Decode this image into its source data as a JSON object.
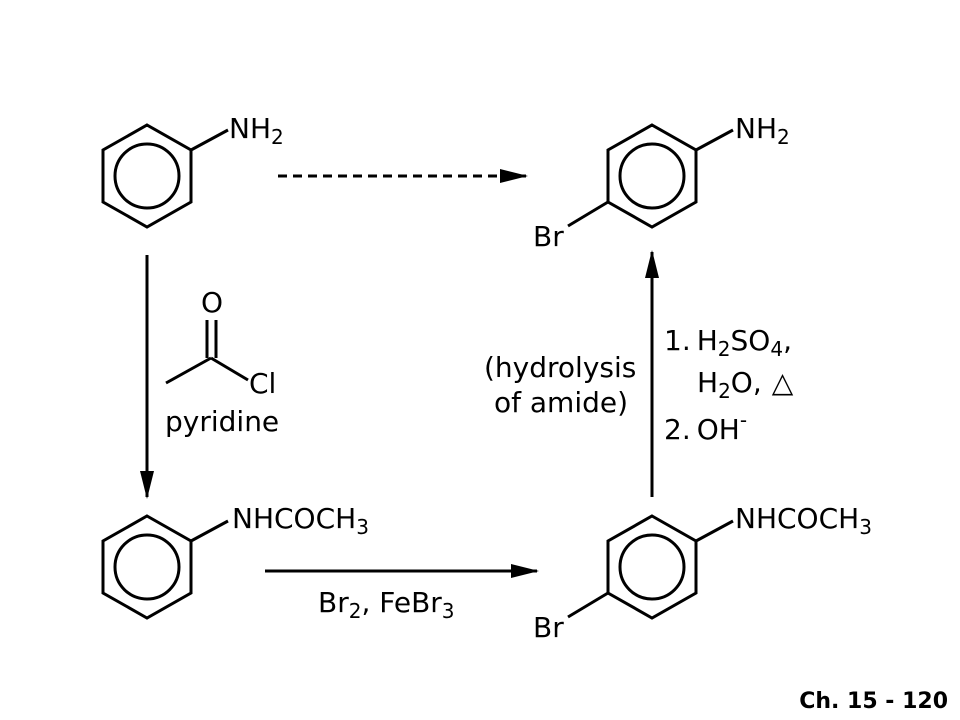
{
  "diagram": {
    "top_left": {
      "group": "NH",
      "group_sub": "2"
    },
    "top_right": {
      "group": "NH",
      "group_sub": "2",
      "substituent": "Br"
    },
    "bottom_left": {
      "group": "NHCOCH",
      "group_sub": "3"
    },
    "bottom_right": {
      "group": "NHCOCH",
      "group_sub": "3",
      "substituent": "Br"
    },
    "step1_reagent": {
      "oxygen": "O",
      "chlorine": "Cl",
      "solvent": "pyridine"
    },
    "step2_reagent": {
      "br_main": "Br",
      "br_sub": "2",
      "fe_text": ", FeBr",
      "fe_sub": "3"
    },
    "step3_note": {
      "line1": "(hydrolysis",
      "line2": "of amide)"
    },
    "step3_reagent": {
      "line1_num": "1.",
      "line1_a": "H",
      "line1_a_sub": "2",
      "line1_b": "SO",
      "line1_b_sub": "4",
      "line1_c": ",",
      "line2_a": "H",
      "line2_a_sub": "2",
      "line2_b": "O,",
      "line2_delta": "△",
      "line3_num": "2.",
      "line3_a": "OH",
      "line3_sup": "-"
    }
  },
  "footer": {
    "label": "Ch. 15 - 120"
  }
}
